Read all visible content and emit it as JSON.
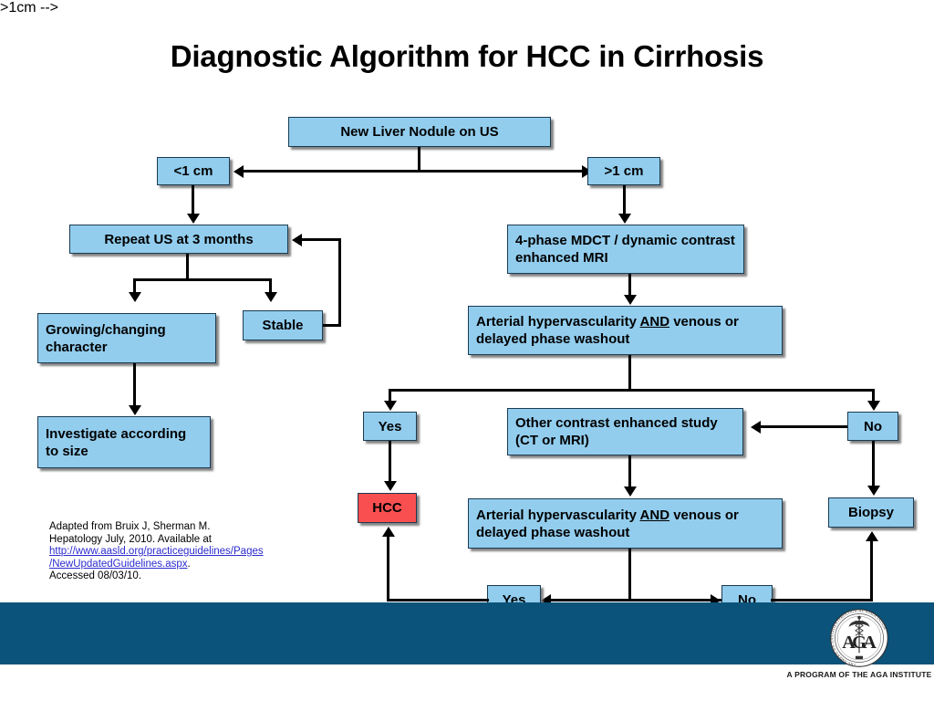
{
  "slide": {
    "title": "Diagnostic Algorithm for HCC in Cirrhosis",
    "background_color": "#ffffff",
    "box_fill_color": "#92CDEE",
    "box_border_color": "#1b3b52",
    "highlight_fill_color": "#FA4F51",
    "footer_band_color": "#0b537a",
    "link_color": "#2b2bcf"
  },
  "nodes": {
    "new_nodule": "New Liver Nodule on US",
    "lt_1cm": "<1 cm",
    "gt_1cm": ">1 cm",
    "repeat_us": "Repeat US at 3 months",
    "growing": "Growing/changing character",
    "stable": "Stable",
    "investigate": "Investigate according to size",
    "mdct": "4-phase MDCT / dynamic contrast enhanced MRI",
    "arterial_1_pre": "Arterial hypervascularity ",
    "arterial_1_and": "AND",
    "arterial_1_post": " venous or delayed phase washout",
    "yes_top": "Yes",
    "no_top": "No",
    "other_study": "Other contrast enhanced study (CT or MRI)",
    "hcc": "HCC",
    "biopsy": "Biopsy",
    "arterial_2_pre": "Arterial hypervascularity ",
    "arterial_2_and": "AND",
    "arterial_2_post": " venous or delayed phase washout",
    "yes_bottom": "Yes",
    "no_bottom": "No"
  },
  "citation": {
    "line1": "Adapted from Bruix J, Sherman M.",
    "line2": "Hepatology July, 2010. Available at",
    "link_line1": "http://www.aasld.org/practiceguidelines/Pages",
    "link_line2": "/NewUpdatedGuidelines.aspx",
    "period": ".",
    "line3": "Accessed 08/03/10."
  },
  "footer": {
    "tagline": "A PROGRAM OF THE AGA INSTITUTE",
    "logo_letters": "AGA",
    "logo_ring_text": "THE AMERICAN GASTROENTEROLOGICAL ASSOCIATION"
  }
}
